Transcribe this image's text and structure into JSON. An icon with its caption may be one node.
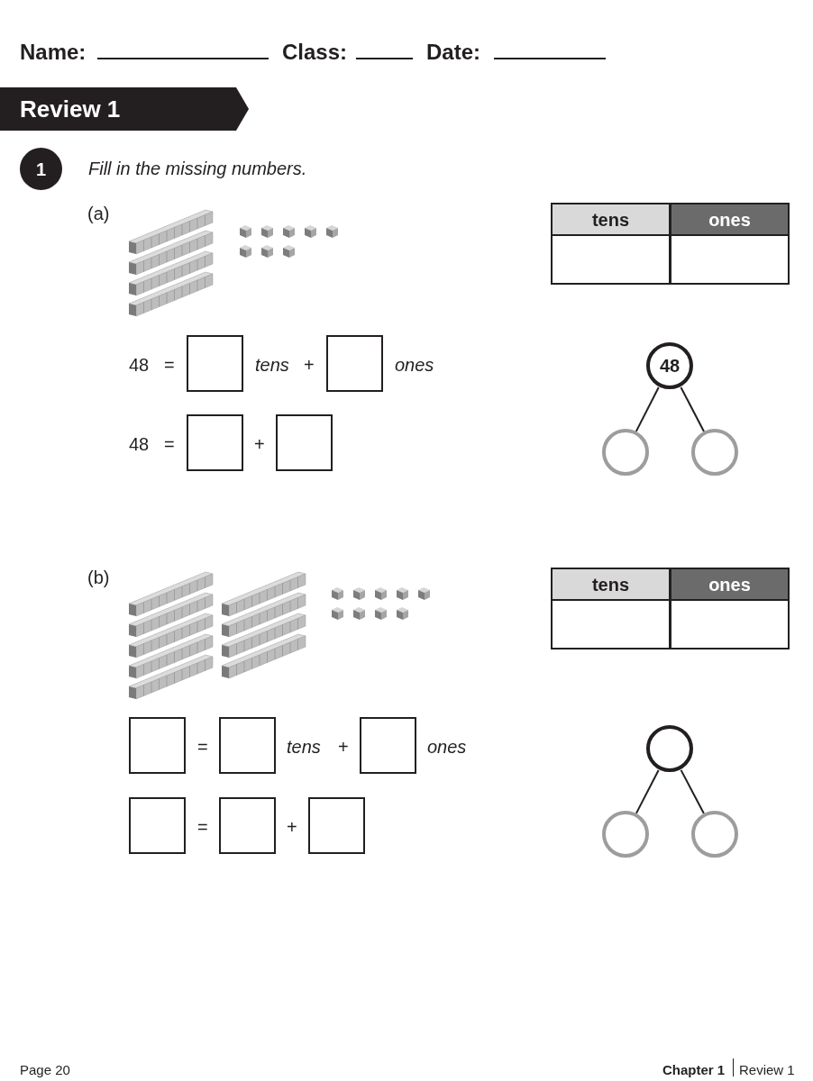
{
  "diagram": {
    "title": "Review 1",
    "nodes": [
      {
        "text": [
          "48"
        ]
      },
      {
        "text": [],
        "shape": "circle"
      },
      {
        "text": [],
        "shape": "circle"
      },
      {
        "text": [],
        "shape": "circle"
      },
      {
        "text": [],
        "shape": "circle"
      },
      {
        "text": [],
        "shape": "circle"
      }
    ],
    "edges": [
      {
        "from": 0,
        "to": 1,
        "arrow": "none"
      },
      {
        "from": 0,
        "to": 2,
        "arrow": "none"
      },
      {
        "from": 3,
        "to": 4,
        "arrow": "none"
      },
      {
        "from": 3,
        "to": 5,
        "arrow": "none"
      }
    ],
    "labels": [
      "Name:",
      "Class:",
      "Date:",
      "1",
      "Fill in the missing numbers.",
      "(a)",
      "tens",
      "ones",
      "48",
      "=",
      "tens",
      "+",
      "ones",
      "48",
      "=",
      "+",
      "(b)",
      "tens",
      "ones",
      "=",
      "tens",
      "+",
      "ones",
      "=",
      "+",
      "Page 20",
      "Chapter 1",
      "Review 1"
    ]
  }
}
